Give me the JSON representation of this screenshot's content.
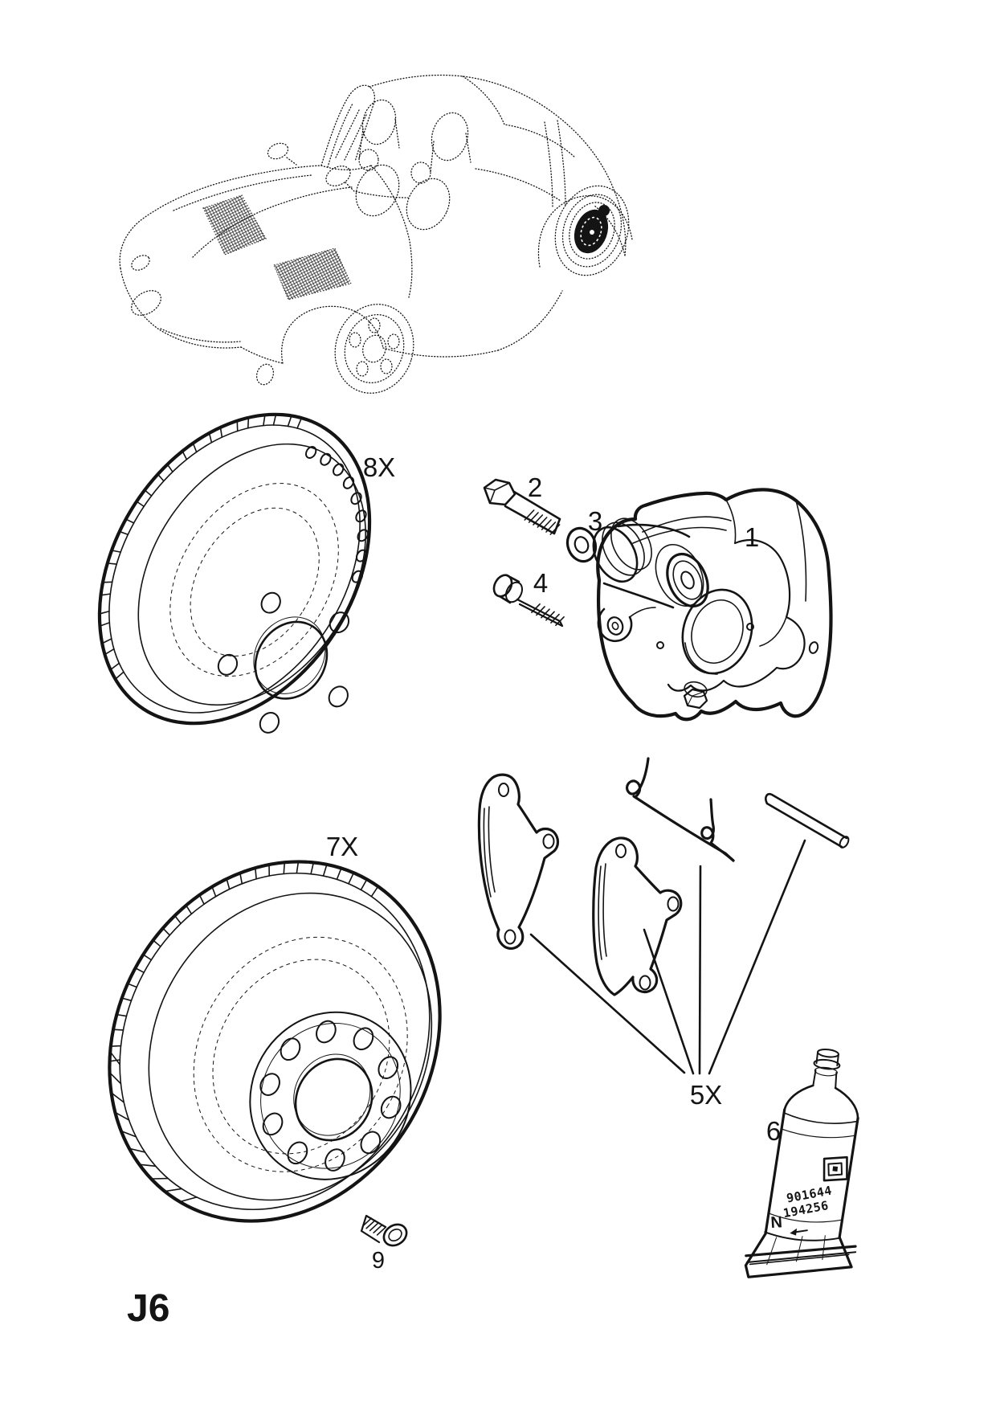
{
  "page": {
    "code": "J6"
  },
  "colors": {
    "ink": "#141414",
    "paper": "#ffffff"
  },
  "callouts": [
    {
      "part": "brake-disc-top",
      "label": "8X"
    },
    {
      "part": "brake-caliper",
      "label": "1"
    },
    {
      "part": "caliper-bolt",
      "label": "2"
    },
    {
      "part": "washer",
      "label": "3"
    },
    {
      "part": "guide-bolt",
      "label": "4"
    },
    {
      "part": "brake-pad-set",
      "label": "5X"
    },
    {
      "part": "grease-tube",
      "label": "6"
    },
    {
      "part": "brake-disc-bottom",
      "label": "7X"
    },
    {
      "part": "disc-screw",
      "label": "9"
    }
  ],
  "grease_tube": {
    "marking_line1": "901644",
    "marking_line2": "194256",
    "side_mark": "N"
  }
}
